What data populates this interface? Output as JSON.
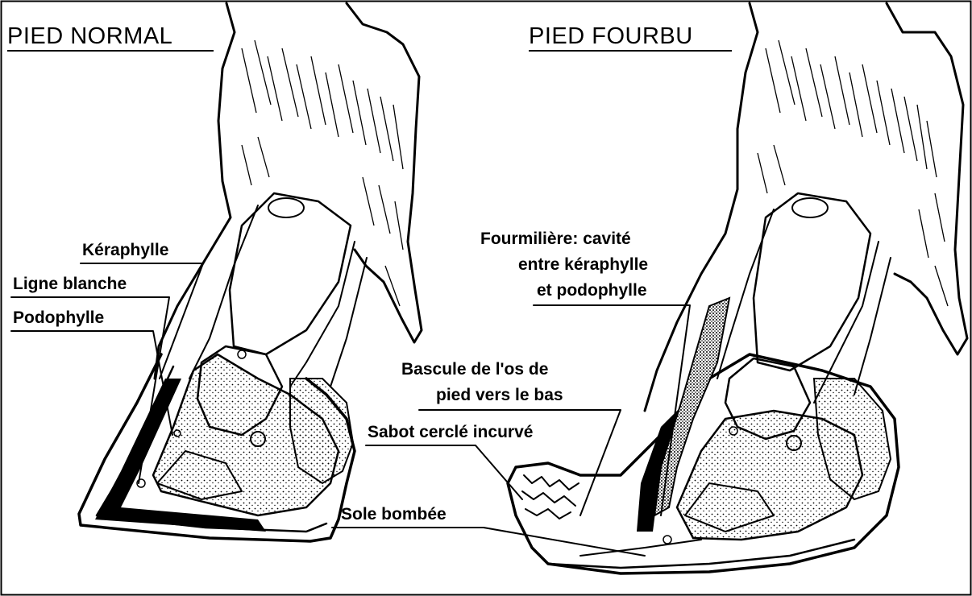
{
  "titles": {
    "normal": "PIED NORMAL",
    "founder": "PIED FOURBU"
  },
  "labels": {
    "keraphylle": "Kéraphylle",
    "ligne_blanche": "Ligne blanche",
    "podophylle": "Podophylle",
    "fourmiliere_1": "Fourmilière: cavité",
    "fourmiliere_2": "entre kéraphylle",
    "fourmiliere_3": "et podophylle",
    "bascule_1": "Bascule de l'os de",
    "bascule_2": "pied vers le bas",
    "sabot": "Sabot cerclé incurvé",
    "sole": "Sole bombée"
  }
}
